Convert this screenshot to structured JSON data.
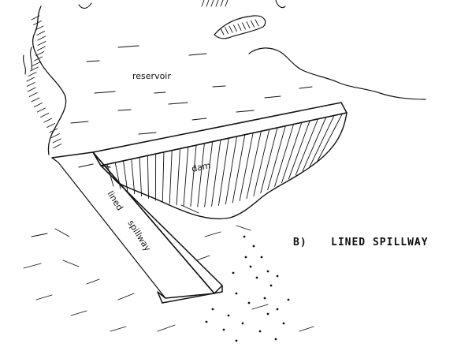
{
  "labels": {
    "reservoir": "reservoir",
    "dam": "dam",
    "lined": "lined",
    "spillway": "spillway",
    "caption_letter": "B)",
    "caption_title": "LINED SPILLWAY"
  },
  "colors": {
    "ink": "#111111",
    "paper": "#ffffff"
  }
}
